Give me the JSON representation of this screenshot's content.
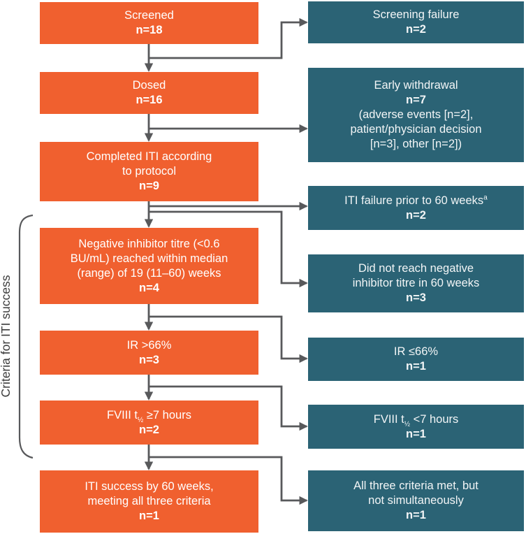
{
  "side_label": "Criteria for ITI success",
  "colors": {
    "left_box_fill": "#F0602F",
    "right_box_fill": "#2B6375",
    "arrow": "#58595B",
    "box_text": "#FFFFFF",
    "side_label_text": "#3C3C3C",
    "background": "#FFFFFF"
  },
  "left_column": [
    {
      "text": "Screened",
      "n": "n=18"
    },
    {
      "text": "Dosed",
      "n": "n=16"
    },
    {
      "text": "Completed ITI according\nto protocol",
      "n": "n=9"
    },
    {
      "text": "Negative inhibitor titre (<0.6\nBU/mL) reached within median\n(range) of 19 (11–60) weeks",
      "n": "n=4"
    },
    {
      "text": "IR >66%",
      "n": "n=3"
    },
    {
      "pre": "FVIII t",
      "sub": "½",
      "post": " ≥7 hours",
      "n": "n=2"
    },
    {
      "text": "ITI success by 60 weeks,\nmeeting all three criteria",
      "n": "n=1"
    }
  ],
  "right_column": [
    {
      "text": "Screening failure",
      "n": "n=2"
    },
    {
      "text": "Early withdrawal",
      "n": "n=7",
      "detail": "(adverse events [n=2],\npatient/physician decision\n[n=3], other [n=2])"
    },
    {
      "text": "ITI failure prior to 60 weeks",
      "sup": "a",
      "n": "n=2"
    },
    {
      "text": "Did not reach negative\ninhibitor titre in 60 weeks",
      "n": "n=3"
    },
    {
      "text": "IR ≤66%",
      "n": "n=1"
    },
    {
      "pre": "FVIII t",
      "sub": "½",
      "post": " <7 hours",
      "n": "n=1"
    },
    {
      "text": "All three criteria met, but\nnot simultaneously",
      "n": "n=1"
    }
  ]
}
